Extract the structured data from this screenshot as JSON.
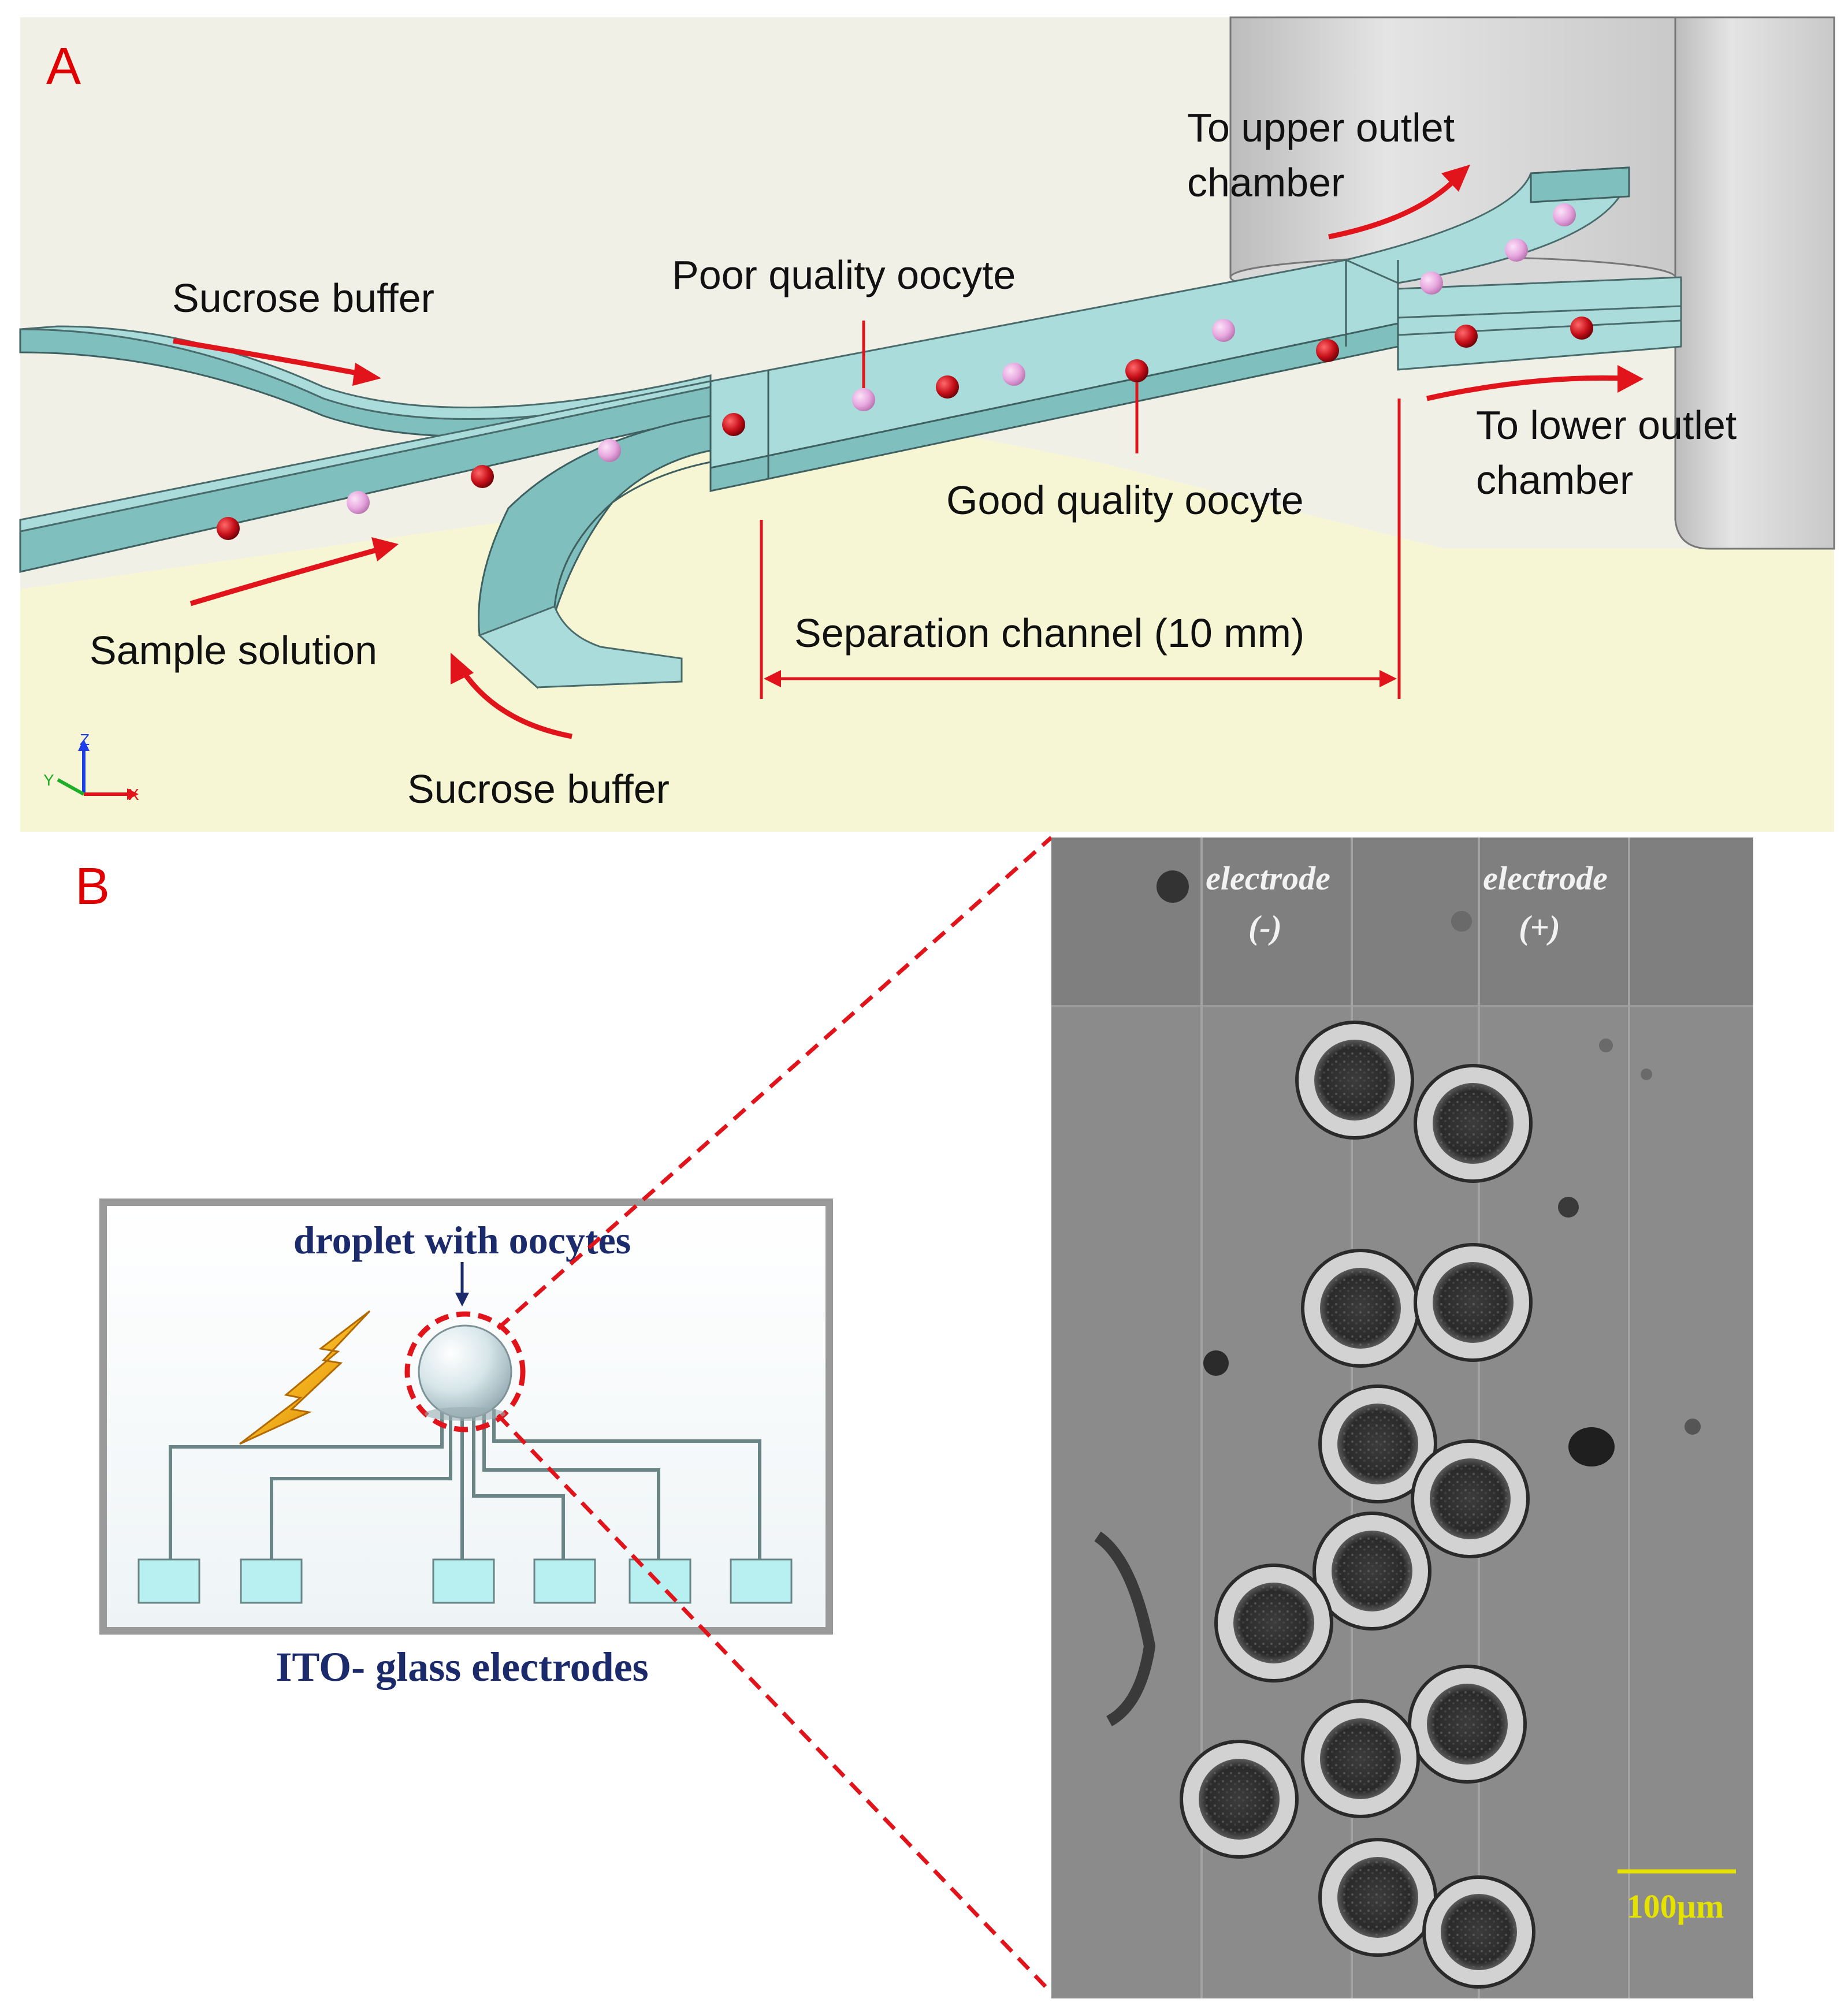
{
  "panel_a": {
    "letter": "A",
    "labels": {
      "to_upper": "To upper outlet",
      "to_upper_2": "chamber",
      "sucrose_buffer_top": "Sucrose buffer",
      "poor_quality": "Poor quality oocyte",
      "good_quality": "Good quality oocyte",
      "to_lower": "To lower outlet",
      "to_lower_2": "chamber",
      "sample_solution": "Sample solution",
      "separation_channel": "Separation channel (10 mm)",
      "sucrose_buffer_bottom": "Sucrose buffer"
    },
    "axes": {
      "z": "Z",
      "y": "Y",
      "x": "X"
    }
  },
  "panel_b": {
    "letter": "B",
    "schematic": {
      "droplet_label": "droplet with oocytes",
      "electrodes_label": "ITO- glass electrodes"
    },
    "micrograph": {
      "electrode_neg": "electrode",
      "electrode_neg_sign": "(-)",
      "electrode_pos": "electrode",
      "electrode_pos_sign": "(+)",
      "scale_bar": "100µm"
    }
  },
  "colors": {
    "annotation_red": "#e2141b",
    "channel_fill": "#a9dcda",
    "floor": "#f7f6d4",
    "background": "#f1f0e6",
    "good_oocyte": "#c8101a",
    "poor_oocyte": "#e7a6df",
    "schematic_title": "#1b2a6b",
    "electrode_pad": "#b8f0f2",
    "scale_yellow": "#e6e200"
  }
}
